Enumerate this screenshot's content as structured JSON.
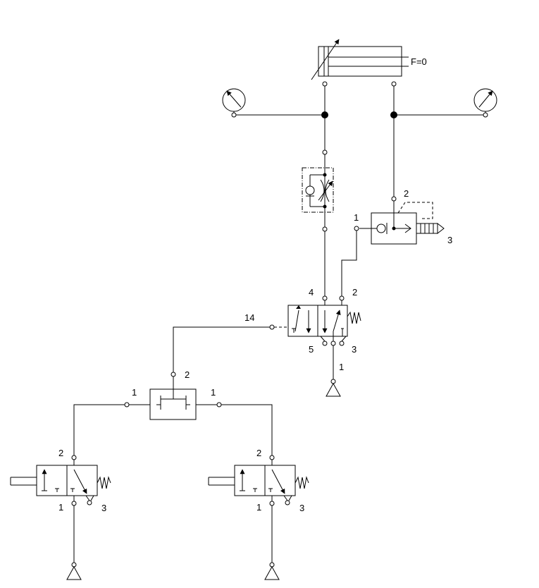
{
  "diagram": {
    "cylinder": {
      "force_label": "F=0"
    },
    "valve_5_2": {
      "port_4": "4",
      "port_2": "2",
      "port_14": "14",
      "port_5": "5",
      "port_3": "3",
      "port_1": "1"
    },
    "quick_exhaust_valve": {
      "port_1": "1",
      "port_2": "2",
      "port_3": "3"
    },
    "and_valve": {
      "port_2": "2",
      "port_1_left": "1",
      "port_1_right": "1"
    },
    "left_pushbutton_valve": {
      "port_2": "2",
      "port_1": "1",
      "port_3": "3"
    },
    "right_pushbutton_valve": {
      "port_2": "2",
      "port_1": "1",
      "port_3": "3"
    }
  }
}
